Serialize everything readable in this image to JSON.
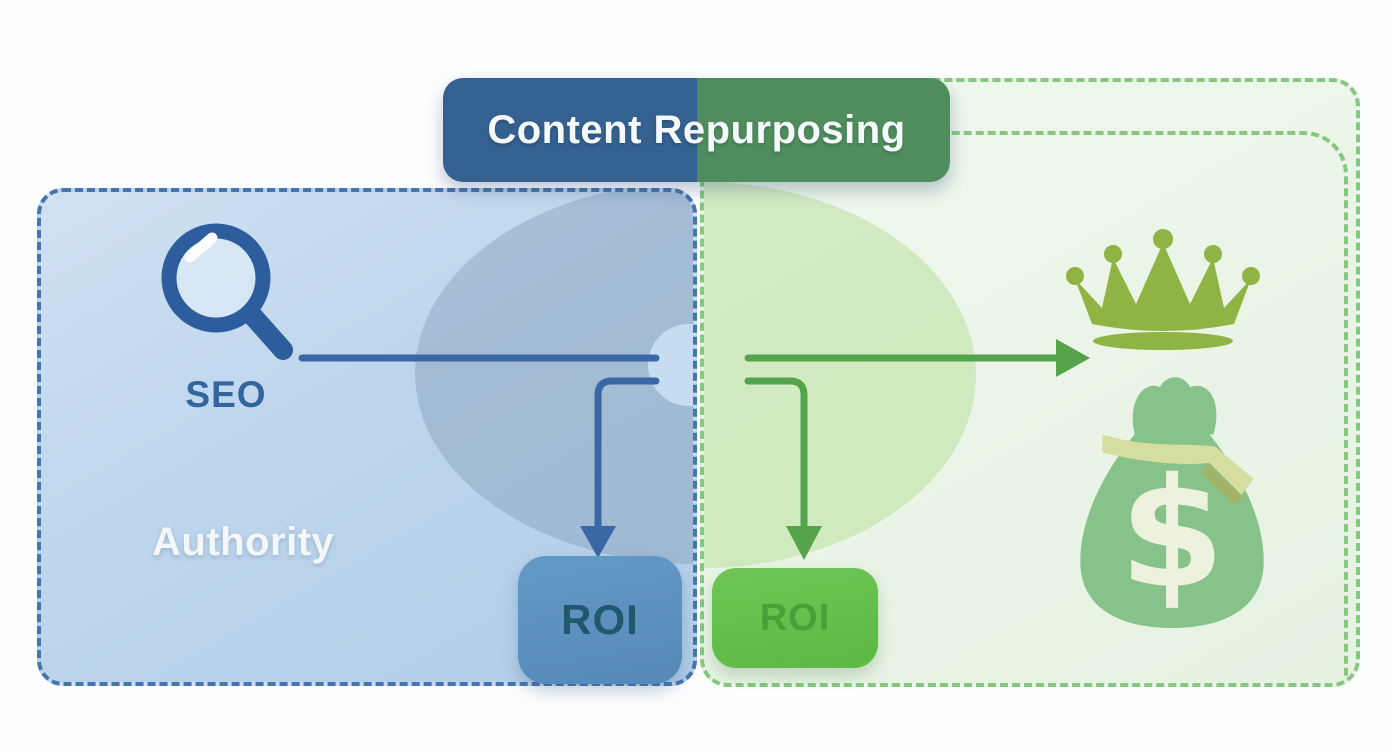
{
  "title": {
    "label": "Content Repurposing"
  },
  "seo_panel": {
    "name": "seo-authority-panel",
    "seo_label": "SEO",
    "authority_label": "Authority",
    "roi_label": "ROI"
  },
  "repurposing_panel": {
    "name": "repurposing-outcome-panel",
    "roi_label": "ROI"
  },
  "icons": {
    "magnifier": "search-magnifier",
    "crown": "authority-crown",
    "money_bag": "money-bag-dollar",
    "blue_arrow": "arrow-down-blue",
    "green_arrow_right": "arrow-right-green",
    "green_arrow_down": "arrow-down-green"
  },
  "colors": {
    "title_left": "#34618f",
    "title_right": "#4f8d5e",
    "blue_panel_fill": "#bdd5ec",
    "blue_dash": "#4674ac",
    "blue_arrow": "#3b68a5",
    "blue_roi_fill": "#5b90bf",
    "blue_roi_text": "#20586e",
    "green_panel_fill": "#eaf5e7",
    "green_dash": "#86c87f",
    "green_arrow": "#55a44b",
    "green_roi_fill": "#63bf4b",
    "green_roi_text": "#46a238",
    "crown": "#8fb444",
    "money_bag": "#87c28b",
    "ribbon": "#d5de9f",
    "dollar": "#edf2df"
  }
}
